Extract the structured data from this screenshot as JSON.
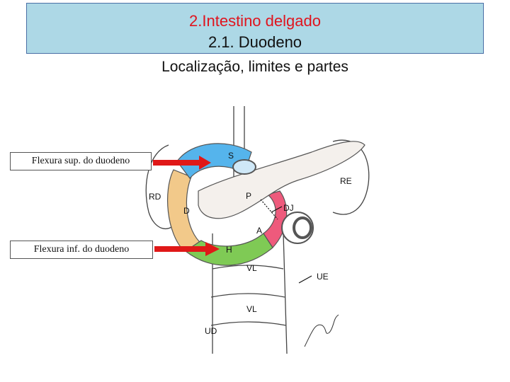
{
  "header": {
    "title_line1": "2.Intestino delgado",
    "title_line2": "2.1. Duodeno",
    "subtitle": "Localização, limites e partes"
  },
  "callouts": {
    "sup": "Flexura sup. do duodeno",
    "inf": "Flexura inf. do duodeno"
  },
  "anatomy_labels": {
    "S": "S",
    "RE": "RE",
    "RD": "RD",
    "P": "P",
    "DJ": "DJ",
    "D": "D",
    "A": "A",
    "H": "H",
    "VL1": "VL",
    "UE": "UE",
    "VL2": "VL",
    "UD": "UD"
  },
  "colors": {
    "title_red": "#e0141e",
    "title_bg": "#add8e6",
    "arrow": "#e01818",
    "duodeno_superior": "#3fa9e8",
    "duodeno_descendente": "#f2b36b",
    "duodeno_horizontal": "#6cbf3f",
    "duodeno_ascendente": "#e8305a"
  }
}
